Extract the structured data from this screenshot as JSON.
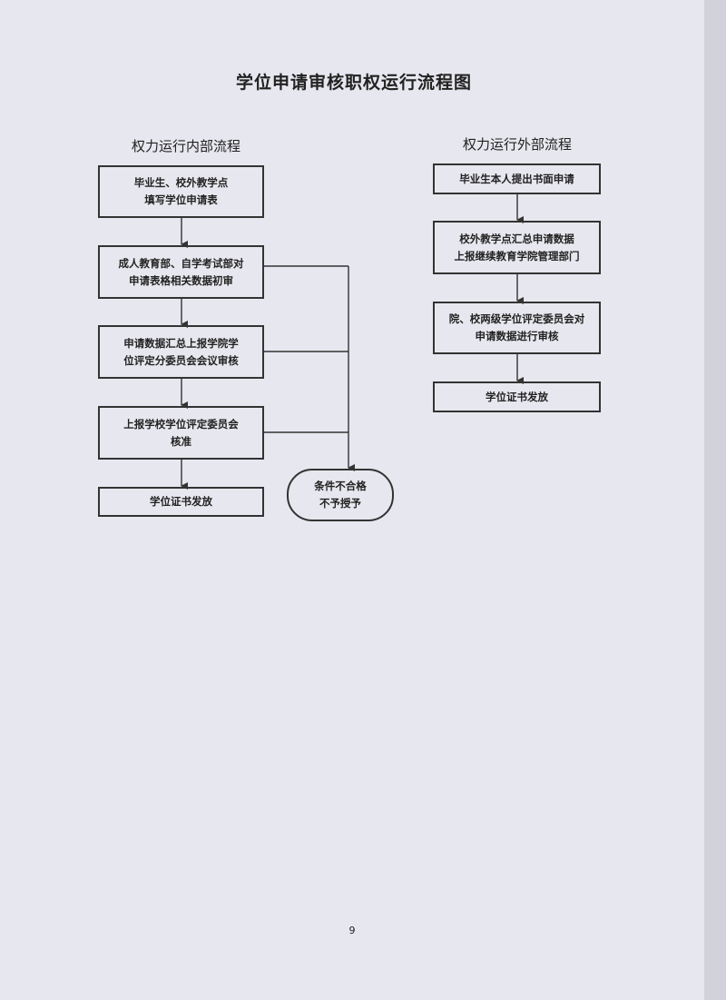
{
  "title": "学位申请审核职权运行流程图",
  "internal": {
    "heading": "权力运行内部流程",
    "steps": [
      "毕业生、校外教学点\n填写学位申请表",
      "成人教育部、自学考试部对\n申请表格相关数据初审",
      "申请数据汇总上报学院学\n位评定分委员会会议审核",
      "上报学校学位评定委员会\n核准",
      "学位证书发放"
    ],
    "reject": "条件不合格\n不予授予"
  },
  "external": {
    "heading": "权力运行外部流程",
    "steps": [
      "毕业生本人提出书面申请",
      "校外教学点汇总申请数据\n上报继续教育学院管理部门",
      "院、校两级学位评定委员会对\n申请数据进行审核",
      "学位证书发放"
    ]
  },
  "page_number": "9"
}
